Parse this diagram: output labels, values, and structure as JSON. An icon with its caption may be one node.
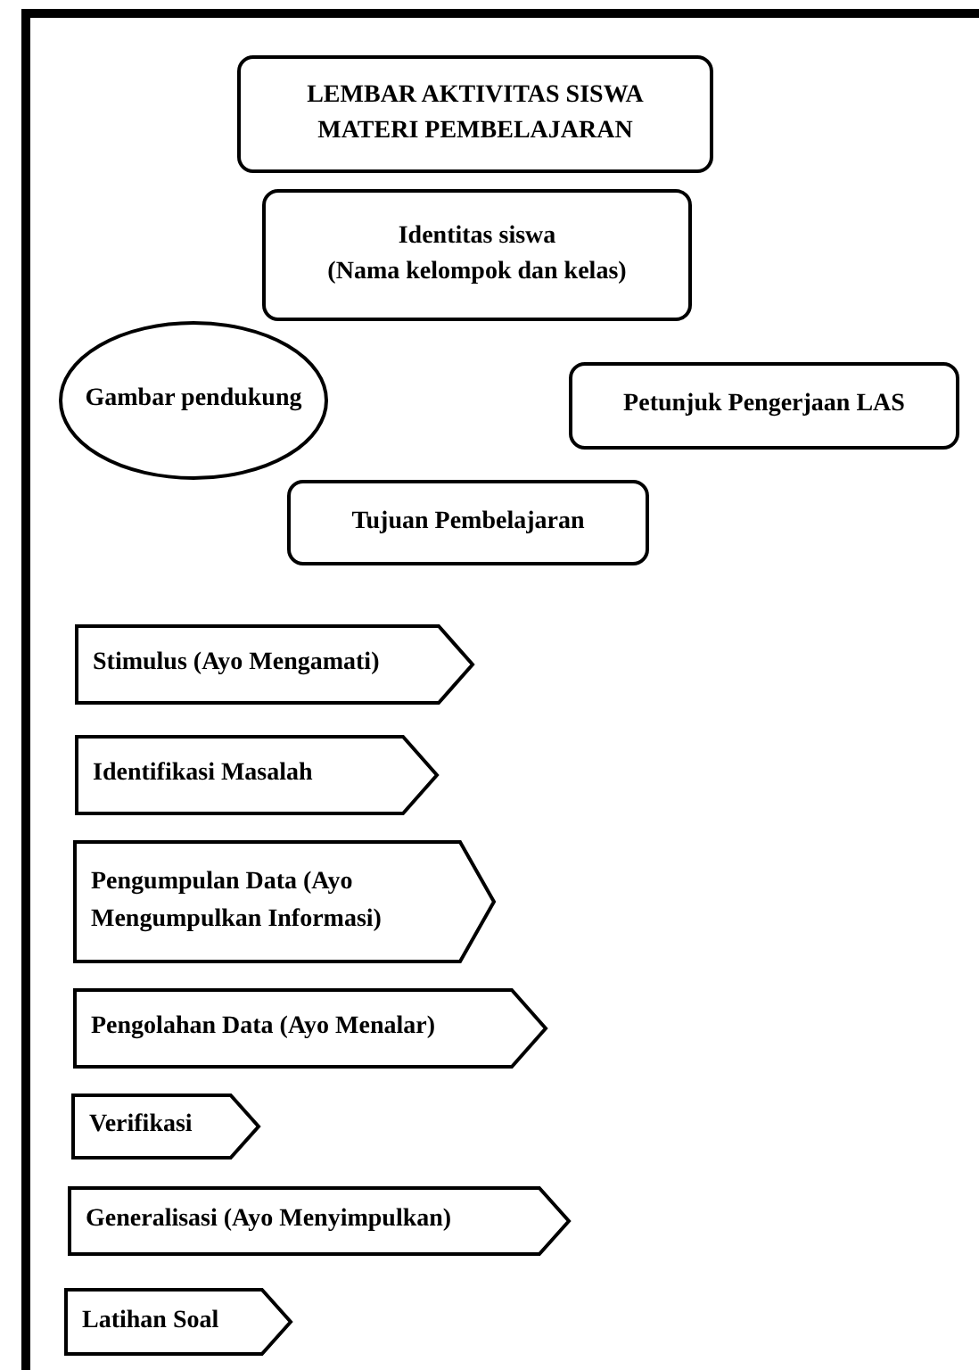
{
  "diagram": {
    "nodes": [
      {
        "text": [
          "LEMBAR AKTIVITAS SISWA MATERI PEMBELAJARAN"
        ]
      },
      {
        "text": [
          "Identitas siswa",
          "(Nama kelompok dan kelas)"
        ]
      },
      {
        "text": [
          "Gambar pendukung"
        ]
      },
      {
        "text": [
          "Petunjuk Pengerjaan LAS"
        ]
      },
      {
        "text": [
          "Tujuan Pembelajaran"
        ]
      },
      {
        "text": [
          "Stimulus (Ayo Mengamati)"
        ]
      },
      {
        "text": [
          "Identifikasi Masalah"
        ]
      },
      {
        "text": [
          "Pengumpulan Data (Ayo Mengumpulkan Informasi)"
        ]
      },
      {
        "text": [
          "Pengolahan Data (Ayo Menalar)"
        ]
      },
      {
        "text": [
          "Verifikasi"
        ]
      },
      {
        "text": [
          "Generalisasi (Ayo Menyimpulkan)"
        ]
      },
      {
        "text": [
          "Latihan Soal"
        ]
      }
    ],
    "edges": []
  }
}
